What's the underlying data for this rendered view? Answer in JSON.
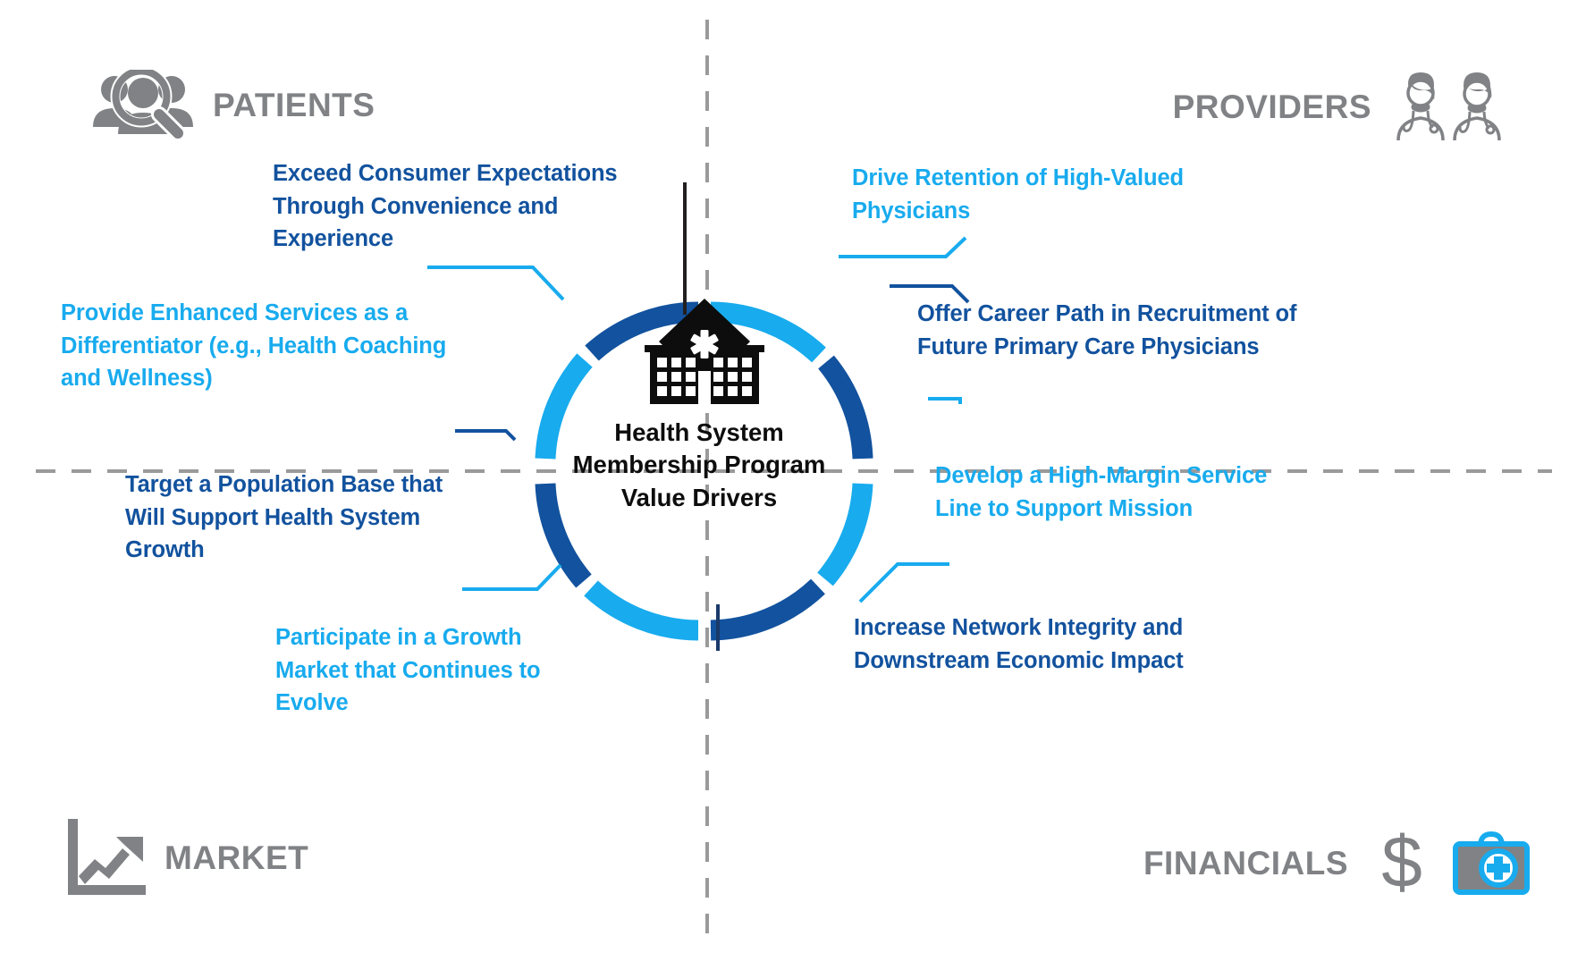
{
  "center": {
    "title_lines": [
      "Health System",
      "Membership Program",
      "Value Drivers"
    ],
    "icon": "hospital-building-icon"
  },
  "quadrants": [
    {
      "id": "patients",
      "label": "PATIENTS",
      "icon": "people-magnifier-icon",
      "position": "top-left",
      "drivers": [
        {
          "text": "Exceed Consumer Expectations Through Convenience and Experience",
          "color": "#12529E",
          "tone": "dark"
        },
        {
          "text": "Provide Enhanced  Services as a Differentiator (e.g., Health Coaching and Wellness)",
          "color": "#18ABEE",
          "tone": "light"
        }
      ]
    },
    {
      "id": "providers",
      "label": "PROVIDERS",
      "icon": "two-doctors-icon",
      "position": "top-right",
      "drivers": [
        {
          "text": "Drive Retention of High-Valued Physicians",
          "color": "#18ABEE",
          "tone": "light"
        },
        {
          "text": "Offer Career Path in Recruitment of Future Primary Care Physicians",
          "color": "#12529E",
          "tone": "dark"
        }
      ]
    },
    {
      "id": "market",
      "label": "MARKET",
      "icon": "growth-chart-arrow-icon",
      "position": "bottom-left",
      "drivers": [
        {
          "text": "Target a Population Base that Will Support Health System Growth",
          "color": "#12529E",
          "tone": "dark"
        },
        {
          "text": "Participate in a Growth Market that Continues to Evolve",
          "color": "#18ABEE",
          "tone": "light"
        }
      ]
    },
    {
      "id": "financials",
      "label": "FINANCIALS",
      "icon": "dollar-medical-bag-icon",
      "position": "bottom-right",
      "drivers": [
        {
          "text": "Develop a High-Margin Service Line to Support Mission",
          "color": "#18ABEE",
          "tone": "light"
        },
        {
          "text": "Increase Network Integrity and Downstream Economic Impact",
          "color": "#12529E",
          "tone": "dark"
        }
      ]
    }
  ],
  "colors": {
    "dark_blue": "#12529E",
    "light_blue": "#18ABEE",
    "gray": "#808285",
    "black": "#0d0d0d",
    "divider": "#9a9a9a"
  },
  "ring": {
    "segments": [
      {
        "name": "top-left-arc",
        "color": "#12529E"
      },
      {
        "name": "left-upper-arc",
        "color": "#18ABEE"
      },
      {
        "name": "top-right-arc",
        "color": "#18ABEE"
      },
      {
        "name": "right-upper-arc",
        "color": "#12529E"
      },
      {
        "name": "left-lower-arc",
        "color": "#12529E"
      },
      {
        "name": "bottom-left-arc",
        "color": "#18ABEE"
      },
      {
        "name": "right-lower-arc",
        "color": "#18ABEE"
      },
      {
        "name": "bottom-right-arc",
        "color": "#12529E"
      }
    ]
  }
}
